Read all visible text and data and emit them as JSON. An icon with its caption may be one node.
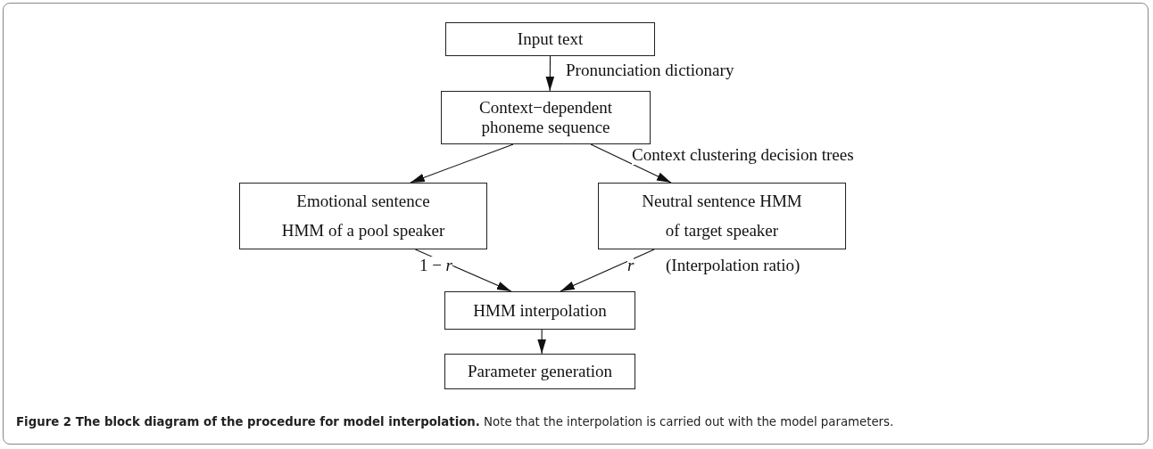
{
  "diagram": {
    "caption": "**Figure 2 The block diagram of the procedure for model interpolation.** Note that the interpolation is carried out with the model parameters.",
    "nodes": [
      {
        "text": [
          "Input text"
        ]
      },
      {
        "text": [
          "Context−dependent phoneme sequence"
        ]
      },
      {
        "text": [
          "Emotional sentence HMM of a pool speaker"
        ]
      },
      {
        "text": [
          "Neutral sentence HMM of target speaker"
        ]
      },
      {
        "text": [
          "HMM interpolation"
        ]
      },
      {
        "text": [
          "Parameter generation"
        ]
      }
    ],
    "edges": [
      {
        "from": 0,
        "to": 1,
        "arrow": "to",
        "label": "Pronunciation dictionary"
      },
      {
        "from": 1,
        "to": 2,
        "arrow": "to"
      },
      {
        "from": 1,
        "to": 3,
        "arrow": "to",
        "label": "Context clustering decision trees"
      },
      {
        "from": 2,
        "to": 4,
        "arrow": "to",
        "label": "1 − *r*"
      },
      {
        "from": 3,
        "to": 4,
        "arrow": "to",
        "label": "r"
      },
      {
        "from": 4,
        "to": 5,
        "arrow": "to"
      }
    ],
    "labels": [
      "(Interpolation ratio)"
    ]
  }
}
